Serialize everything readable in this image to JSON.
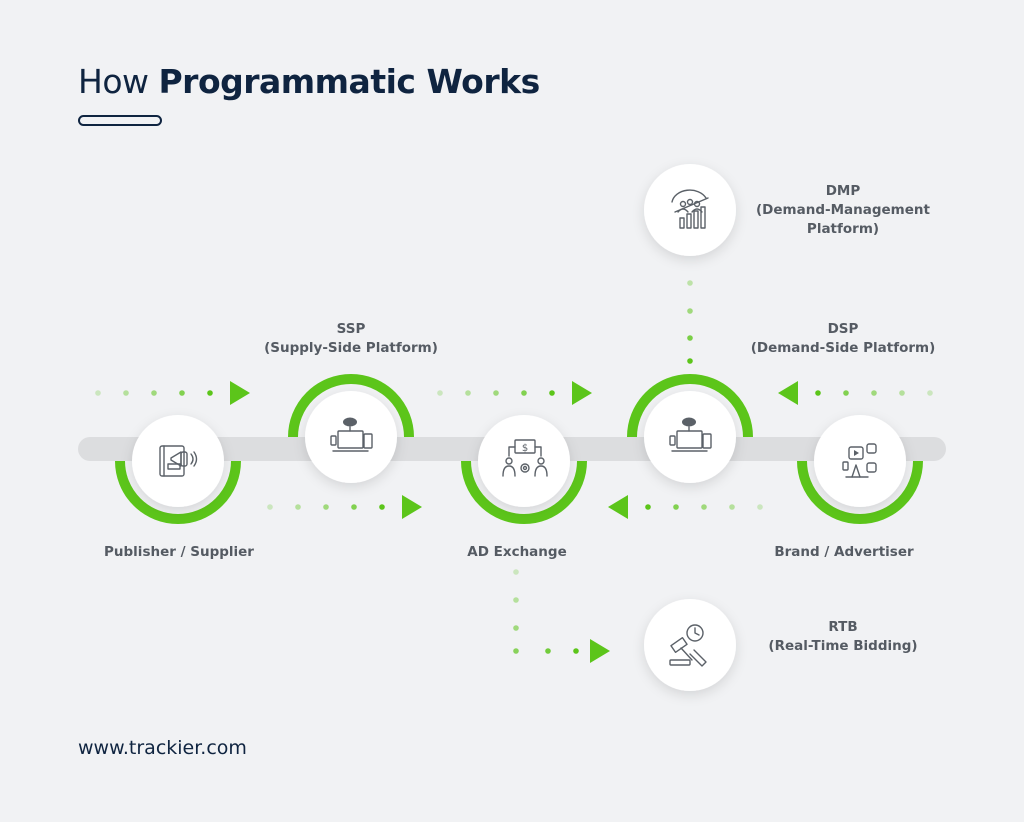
{
  "title": {
    "light": "How ",
    "bold": "Programmatic Works"
  },
  "nodes": {
    "publisher": {
      "label": "Publisher / Supplier"
    },
    "ssp": {
      "line1": "SSP",
      "line2": "(Supply-Side Platform)"
    },
    "exchange": {
      "label": "AD Exchange"
    },
    "dsp": {
      "line1": "DSP",
      "line2": "(Demand-Side Platform)"
    },
    "brand": {
      "label": "Brand / Advertiser"
    },
    "dmp": {
      "line1": "DMP",
      "line2": "(Demand-Management",
      "line3": "Platform)"
    },
    "rtb": {
      "line1": "RTB",
      "line2": "(Real-Time Bidding)"
    }
  },
  "footer": {
    "url": "www.trackier.com"
  },
  "colors": {
    "accent": "#5cc51a",
    "navy": "#0f2440",
    "track": "#dcdddf"
  }
}
